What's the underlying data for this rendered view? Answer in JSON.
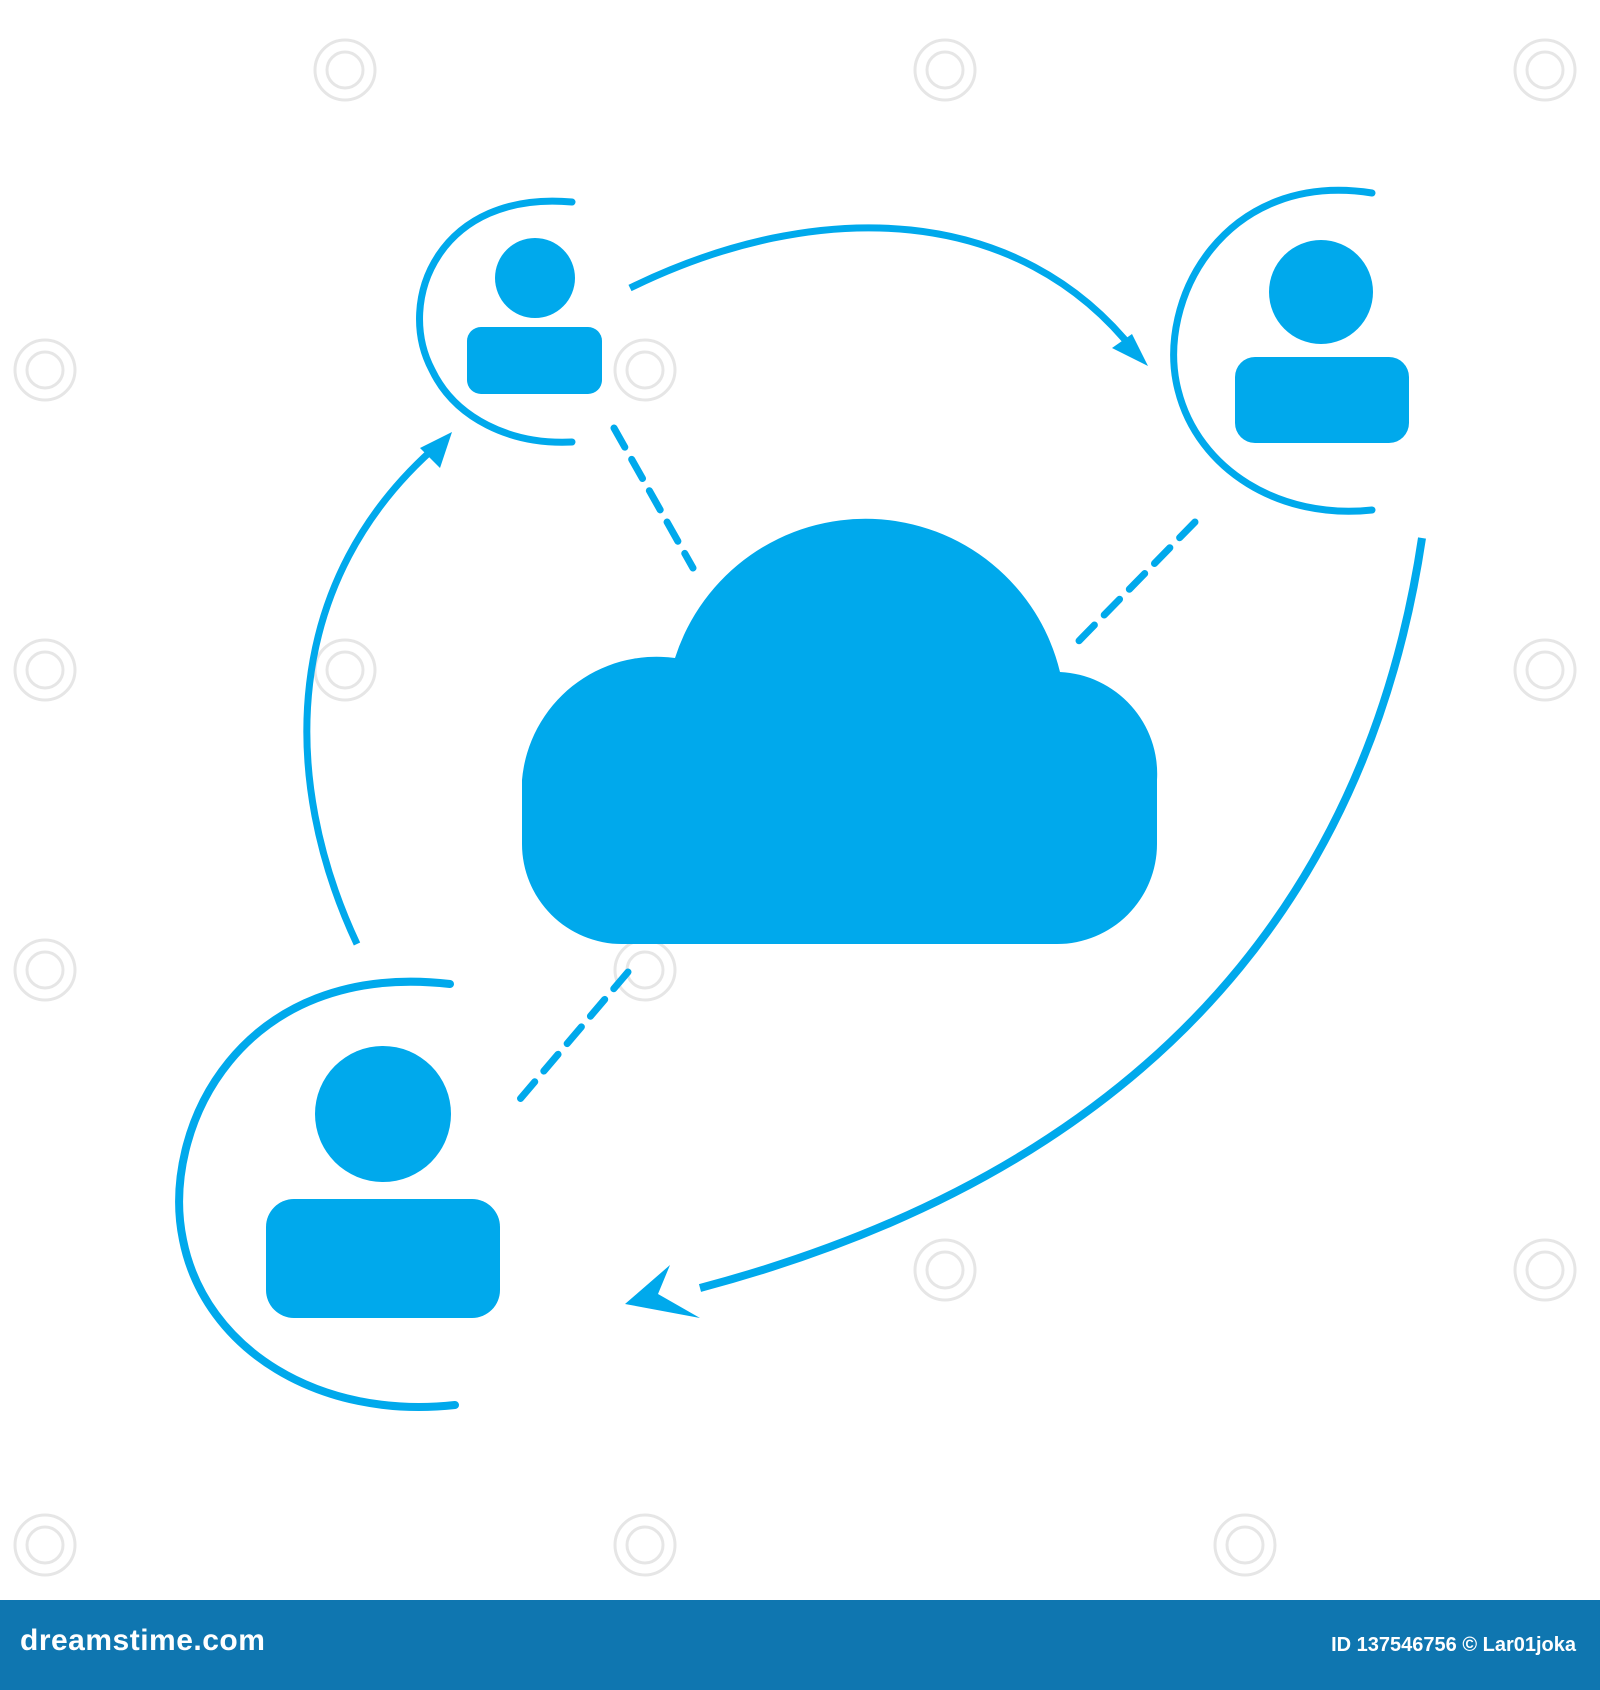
{
  "colors": {
    "accent": "#00a9ec",
    "footer_bg": "#0f76b0",
    "footer_text": "#ffffff"
  },
  "diagram": {
    "nodes": [
      {
        "id": "user-top-left",
        "icon": "user-icon"
      },
      {
        "id": "user-top-right",
        "icon": "user-icon"
      },
      {
        "id": "user-bottom-left",
        "icon": "user-icon"
      },
      {
        "id": "cloud-center",
        "icon": "cloud-icon"
      }
    ],
    "edges": [
      {
        "from": "user-top-left",
        "to": "user-top-right",
        "style": "arrow"
      },
      {
        "from": "user-bottom-left",
        "to": "user-top-left",
        "style": "arrow"
      },
      {
        "from": "user-top-right",
        "to": "user-bottom-left",
        "style": "arrow"
      },
      {
        "from": "user-top-left",
        "to": "cloud-center",
        "style": "dashed"
      },
      {
        "from": "user-top-right",
        "to": "cloud-center",
        "style": "dashed"
      },
      {
        "from": "user-bottom-left",
        "to": "cloud-center",
        "style": "dashed"
      }
    ]
  },
  "footer": {
    "logo_text": "dreamstime.com",
    "credit_text": "ID 137546756 © Lar01joka"
  }
}
